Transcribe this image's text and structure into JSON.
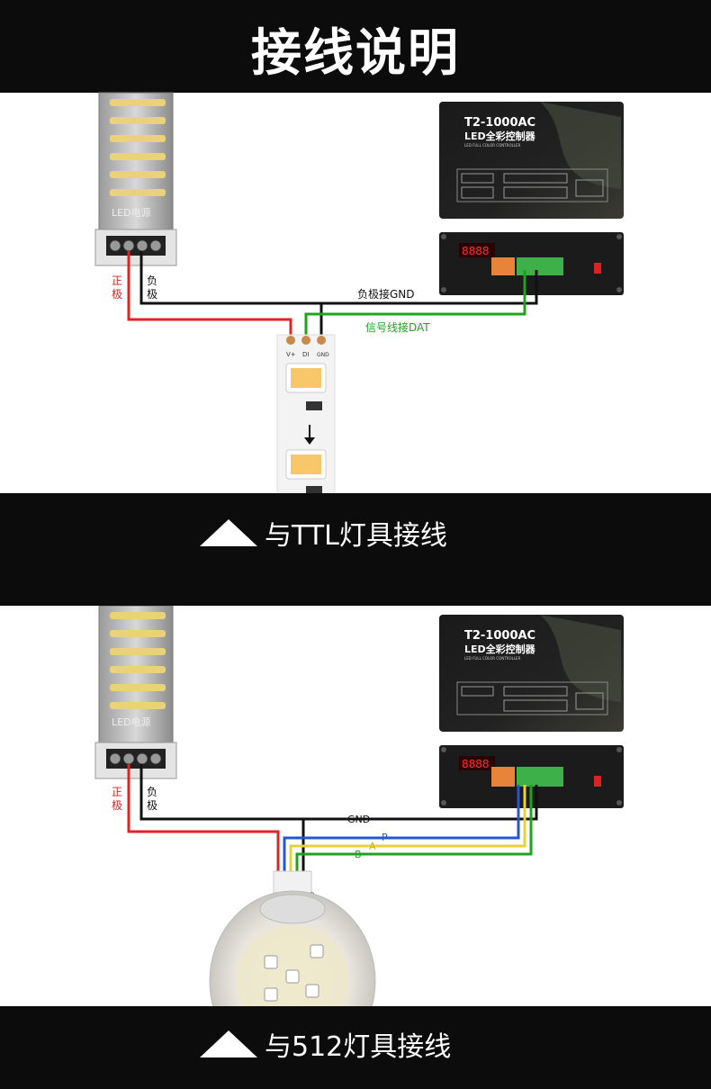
{
  "header": {
    "title": "接线说明"
  },
  "section1": {
    "psu_label": "LED电源",
    "positive_label": "正\n极",
    "negative_label": "负\n极",
    "controller_model": "T2-1000AC",
    "controller_name": "LED全彩控制器",
    "controller_subtitle": "LED FULL COLOR CONTROLLER",
    "gnd_wire_label": "负极接GND",
    "signal_wire_label": "信号线接DAT",
    "strip_pin_vplus": "V+",
    "strip_pin_di": "DI",
    "strip_pin_gnd": "GND",
    "caption": "与TTL灯具接线"
  },
  "section2": {
    "psu_label": "LED电源",
    "positive_label": "正\n极",
    "negative_label": "负\n极",
    "controller_model": "T2-1000AC",
    "controller_name": "LED全彩控制器",
    "controller_subtitle": "LED FULL COLOR CONTROLLER",
    "gnd_label": "GND",
    "p_label": "P",
    "a_label": "A",
    "b_label": "B",
    "caption": "与512灯具接线"
  },
  "colors": {
    "wire_red": "#e32222",
    "wire_black": "#111111",
    "wire_green": "#1fa31f",
    "wire_blue": "#2456d6",
    "wire_yellow": "#e8d23a",
    "band": "#0c0c0c",
    "terminal_orange": "#e8843a",
    "terminal_green": "#3db04a"
  }
}
